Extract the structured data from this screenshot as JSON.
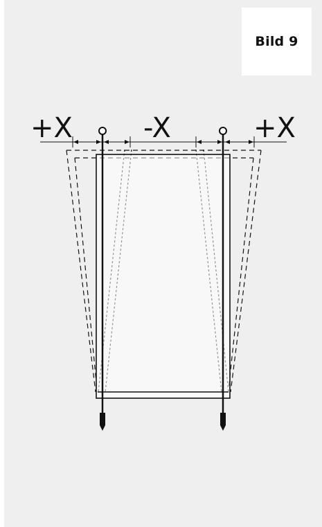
{
  "figure": {
    "label": "Bild 9"
  },
  "dimensions": {
    "left_label": "+X",
    "center_label": "-X",
    "right_label": "+X"
  }
}
